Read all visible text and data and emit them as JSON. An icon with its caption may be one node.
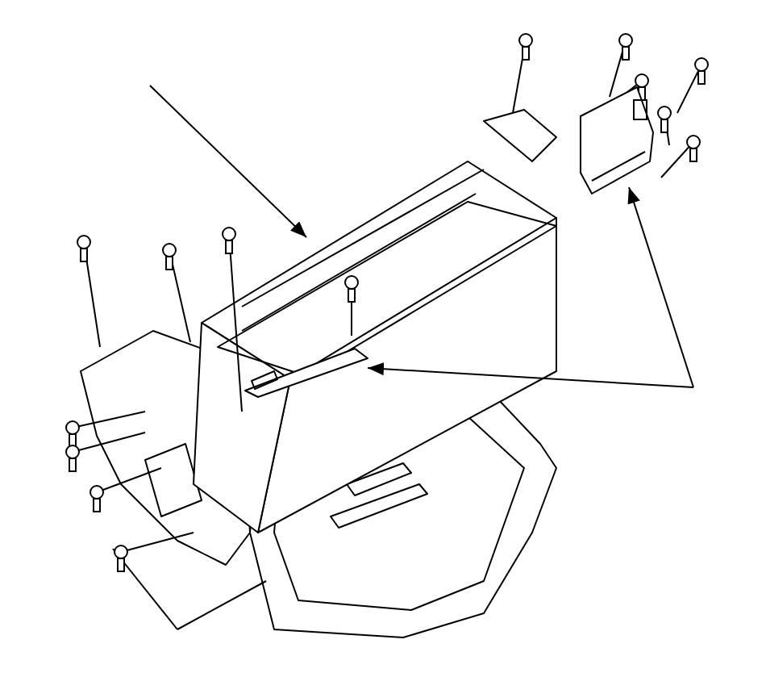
{
  "diagram": {
    "nodes": [
      {
        "text": [],
        "shape": "picture"
      },
      {
        "text": [],
        "shape": "picture"
      },
      {
        "text": [],
        "shape": "picture"
      }
    ],
    "edges": [
      {
        "from": null,
        "to": 0,
        "arrow": "to"
      },
      {
        "from": null,
        "to": 1,
        "arrow": "to"
      },
      {
        "from": null,
        "to": 2,
        "arrow": "to"
      }
    ]
  }
}
